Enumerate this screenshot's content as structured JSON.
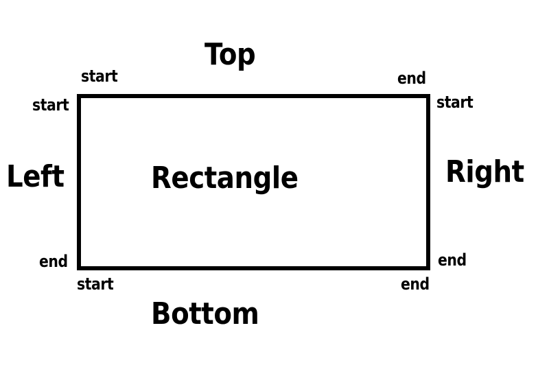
{
  "shape": {
    "label": "Rectangle",
    "border_color": "#000000"
  },
  "sides": {
    "top": {
      "label": "Top",
      "start": "start",
      "end": "end"
    },
    "bottom": {
      "label": "Bottom",
      "start": "start",
      "end": "end"
    },
    "left": {
      "label": "Left",
      "start": "start",
      "end": "end"
    },
    "right": {
      "label": "Right",
      "start": "start",
      "end": "end"
    }
  }
}
